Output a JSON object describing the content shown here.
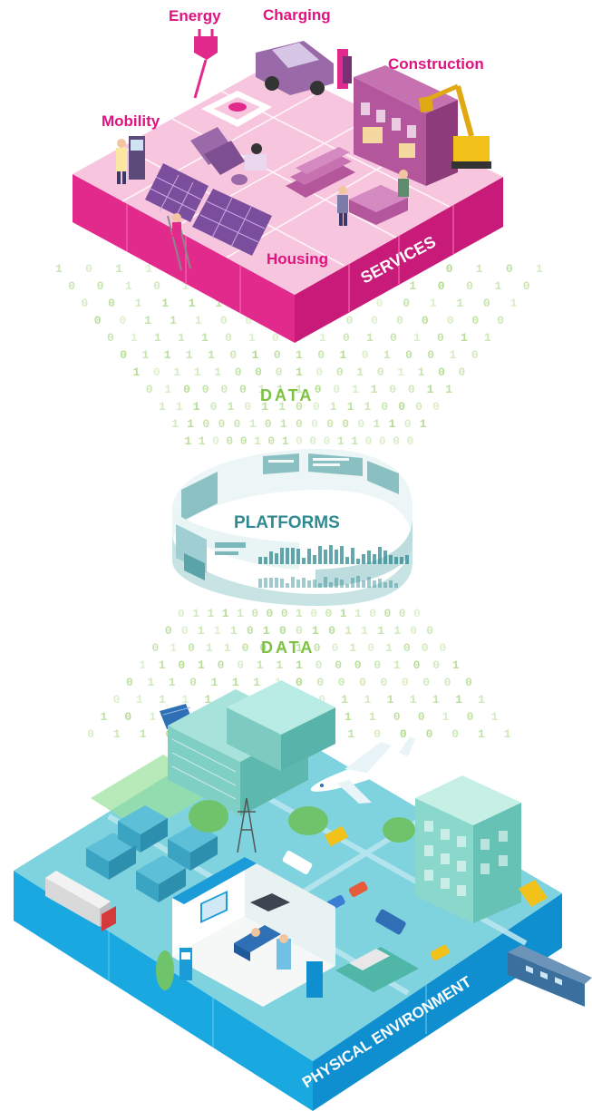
{
  "labels": {
    "energy": "Energy",
    "charging": "Charging",
    "construction": "Construction",
    "mobility": "Mobility",
    "housing": "Housing",
    "services": "SERVICES",
    "data_top": "DATA",
    "platforms": "PLATFORMS",
    "data_bottom": "DATA",
    "physical_environment": "PHYSICAL ENVIRONMENT"
  },
  "colors": {
    "services_top": "#f7c6de",
    "services_side": "#e22a8c",
    "services_label": "#e0127f",
    "data_label": "#7dc242",
    "binary_stream": "#a6d57c",
    "platforms_teal": "#2f8a92",
    "environment_top": "#7fd3df",
    "environment_side": "#17a4dc"
  },
  "binary_digits": [
    "0",
    "1"
  ],
  "icons": [
    "satellite-icon",
    "airplane-icon",
    "train-icon",
    "truck-icon",
    "solar-panel-icon",
    "excavator-icon",
    "car-icon",
    "charging-station-icon",
    "electric-plug-icon",
    "platform-ring-icon"
  ]
}
